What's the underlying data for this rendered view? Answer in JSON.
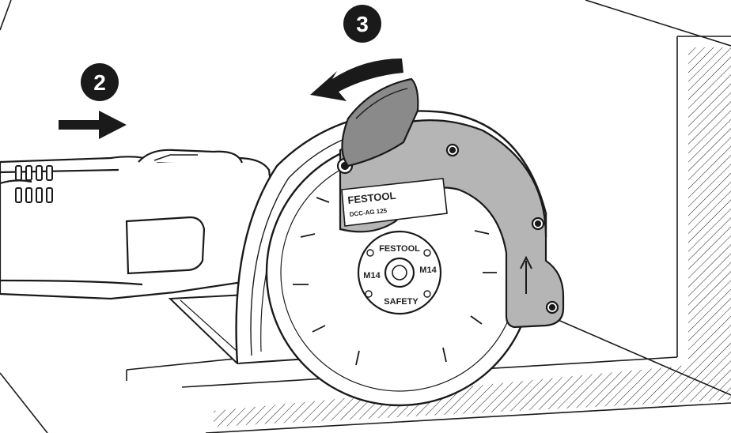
{
  "steps": {
    "step_2": "2",
    "step_3": "3"
  },
  "tool": {
    "brand": "FESTOOL",
    "model": "DCC-AG 125",
    "flange_brand": "FESTOOL",
    "flange_thread_left": "M14",
    "flange_thread_right": "M14",
    "flange_safety": "SAFETY"
  },
  "colors": {
    "ink": "#1a1a1a",
    "guard_fill": "#b5b5b5",
    "tab_fill": "#8a8a8a",
    "paper": "#ffffff"
  },
  "icons": {
    "arrow_push": "right-arrow-icon",
    "arrow_swing": "counterclockwise-curved-arrow-icon",
    "rotation": "up-arrow-icon"
  }
}
